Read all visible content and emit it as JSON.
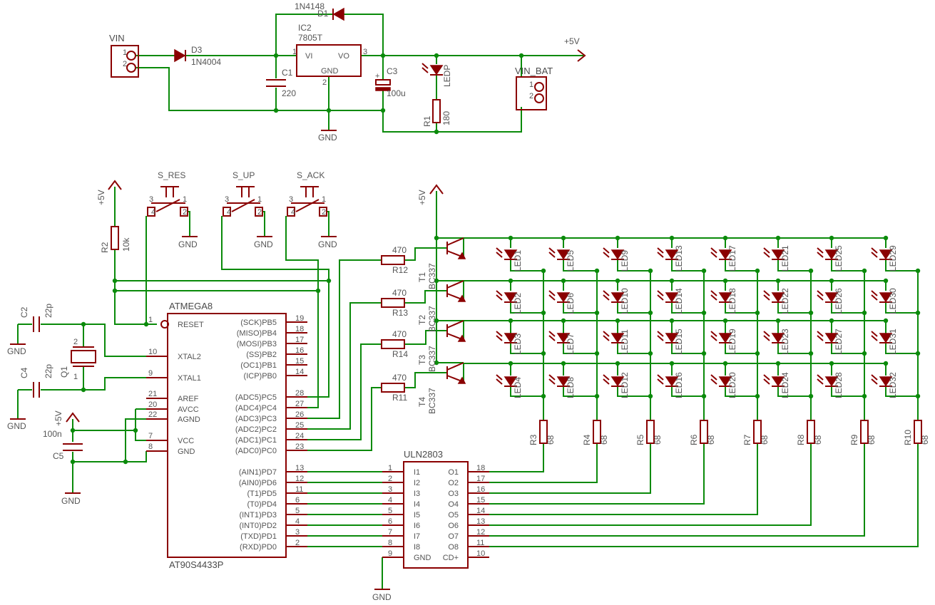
{
  "power": {
    "vin": "VIN",
    "vin_bat": "VIN_BAT",
    "plus5v": "+5V",
    "gnd": "GND",
    "d1": "D1",
    "d1_type": "1N4148",
    "d3": "D3",
    "d3_type": "1N4004",
    "ic2": "IC2",
    "ic2_type": "7805T",
    "vi": "VI",
    "vo": "VO",
    "ic_gnd": "GND",
    "c1": "C1",
    "c1_val": "220",
    "c3": "C3",
    "c3_val": "100u",
    "ledp": "LEDP",
    "r1": "R1",
    "r1_val": "180"
  },
  "switches": [
    "S_RES",
    "S_UP",
    "S_ACK"
  ],
  "mcu": {
    "name": "ATMEGA8",
    "value": "AT90S4433P",
    "left_pins": [
      {
        "num": "1",
        "name": "RESET"
      },
      {
        "num": "10",
        "name": "XTAL2"
      },
      {
        "num": "9",
        "name": "XTAL1"
      },
      {
        "num": "21",
        "name": "AREF"
      },
      {
        "num": "20",
        "name": "AVCC"
      },
      {
        "num": "22",
        "name": "AGND"
      },
      {
        "num": "7",
        "name": "VCC"
      },
      {
        "num": "8",
        "name": "GND"
      }
    ],
    "right_pins": [
      {
        "num": "19",
        "name": "(SCK)PB5"
      },
      {
        "num": "18",
        "name": "(MISO)PB4"
      },
      {
        "num": "17",
        "name": "(MOSI)PB3"
      },
      {
        "num": "16",
        "name": "(SS)PB2"
      },
      {
        "num": "15",
        "name": "(OC1)PB1"
      },
      {
        "num": "14",
        "name": "(ICP)PB0"
      },
      {
        "num": "28",
        "name": "(ADC5)PC5"
      },
      {
        "num": "27",
        "name": "(ADC4)PC4"
      },
      {
        "num": "26",
        "name": "(ADC3)PC3"
      },
      {
        "num": "25",
        "name": "(ADC2)PC2"
      },
      {
        "num": "24",
        "name": "(ADC1)PC1"
      },
      {
        "num": "23",
        "name": "(ADC0)PC0"
      },
      {
        "num": "13",
        "name": "(AIN1)PD7"
      },
      {
        "num": "12",
        "name": "(AIN0)PD6"
      },
      {
        "num": "11",
        "name": "(T1)PD5"
      },
      {
        "num": "6",
        "name": "(T0)PD4"
      },
      {
        "num": "5",
        "name": "(INT1)PD3"
      },
      {
        "num": "4",
        "name": "(INT0)PD2"
      },
      {
        "num": "3",
        "name": "(TXD)PD1"
      },
      {
        "num": "2",
        "name": "(RXD)PD0"
      }
    ]
  },
  "uln": {
    "name": "ULN2803",
    "left_pins": [
      {
        "num": "1",
        "name": "I1"
      },
      {
        "num": "2",
        "name": "I2"
      },
      {
        "num": "3",
        "name": "I3"
      },
      {
        "num": "4",
        "name": "I4"
      },
      {
        "num": "5",
        "name": "I5"
      },
      {
        "num": "6",
        "name": "I6"
      },
      {
        "num": "7",
        "name": "I7"
      },
      {
        "num": "8",
        "name": "I8"
      },
      {
        "num": "9",
        "name": "GND"
      }
    ],
    "right_pins": [
      {
        "num": "18",
        "name": "O1"
      },
      {
        "num": "17",
        "name": "O2"
      },
      {
        "num": "16",
        "name": "O3"
      },
      {
        "num": "15",
        "name": "O4"
      },
      {
        "num": "14",
        "name": "O5"
      },
      {
        "num": "13",
        "name": "O6"
      },
      {
        "num": "12",
        "name": "O7"
      },
      {
        "num": "11",
        "name": "O8"
      },
      {
        "num": "10",
        "name": "CD+"
      }
    ]
  },
  "passives": {
    "r2": "R2",
    "r2_val": "10k",
    "c2": "C2",
    "c2_val": "22p",
    "c4": "C4",
    "c4_val": "22p",
    "q1": "Q1",
    "c5": "C5",
    "c5_val": "100n"
  },
  "transistors": [
    {
      "name": "T1",
      "type": "BC337"
    },
    {
      "name": "T2",
      "type": "BC337"
    },
    {
      "name": "T3",
      "type": "BC337"
    },
    {
      "name": "T4",
      "type": "BC337"
    }
  ],
  "base_resistors": [
    {
      "name": "R12",
      "value": "470"
    },
    {
      "name": "R13",
      "value": "470"
    },
    {
      "name": "R14",
      "value": "470"
    },
    {
      "name": "R11",
      "value": "470"
    }
  ],
  "column_resistors": [
    {
      "name": "R3",
      "value": "68"
    },
    {
      "name": "R4",
      "value": "68"
    },
    {
      "name": "R5",
      "value": "68"
    },
    {
      "name": "R6",
      "value": "68"
    },
    {
      "name": "R7",
      "value": "68"
    },
    {
      "name": "R8",
      "value": "68"
    },
    {
      "name": "R9",
      "value": "68"
    },
    {
      "name": "R10",
      "value": "68"
    }
  ],
  "leds": [
    "LED1",
    "LED5",
    "LED9",
    "LED13",
    "LED17",
    "LED21",
    "LED25",
    "LED29",
    "LED2",
    "LED6",
    "LED10",
    "LED14",
    "LED18",
    "LED22",
    "LED26",
    "LED30",
    "LED3",
    "LED7",
    "LED11",
    "LED15",
    "LED19",
    "LED23",
    "LED27",
    "LED31",
    "LED4",
    "LED8",
    "LED12",
    "LED16",
    "LED20",
    "LED24",
    "LED28",
    "LED32"
  ]
}
